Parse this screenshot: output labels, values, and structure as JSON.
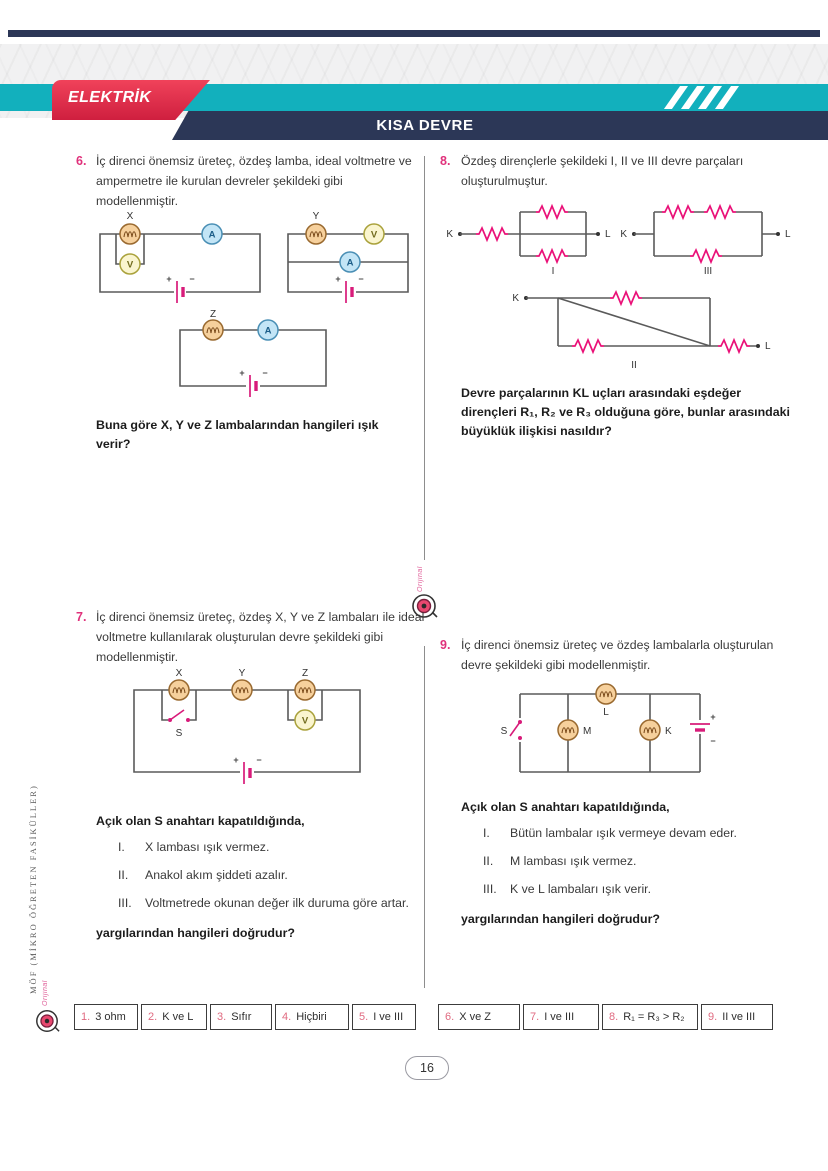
{
  "header": {
    "unit": "ELEKTRİK",
    "title": "KISA DEVRE"
  },
  "sidebar": {
    "vertical_text": "MÖF (MİKRO ÖĞRETEN FASİKÜLLER)",
    "brand_script": "Orijinal"
  },
  "divider": {
    "brand_script": "Orijinal"
  },
  "circuit_labels": {
    "x": "X",
    "y": "Y",
    "z": "Z",
    "a": "A",
    "v": "V",
    "s": "S",
    "k": "K",
    "l": "L",
    "m": "M",
    "i": "I",
    "ii": "II",
    "iii": "III",
    "plus": "+",
    "minus": "−"
  },
  "q6": {
    "num": "6.",
    "text": "İç direnci önemsiz üreteç, özdeş lamba, ideal voltmetre ve ampermetre ile kurulan devreler şekildeki gibi modellenmiştir.",
    "question": "Buna göre X, Y ve Z lambalarından hangileri ışık verir?"
  },
  "q7": {
    "num": "7.",
    "text": "İç direnci önemsiz üreteç, özdeş X, Y ve Z lambaları ile ideal voltmetre kullanılarak oluşturulan devre şekildeki gibi modellenmiştir.",
    "lead": "Açık olan S anahtarı kapatıldığında,",
    "items": [
      {
        "rn": "I.",
        "text": "X lambası ışık vermez."
      },
      {
        "rn": "II.",
        "text": "Anakol akım şiddeti azalır."
      },
      {
        "rn": "III.",
        "text": "Voltmetrede okunan değer ilk duruma göre artar."
      }
    ],
    "question": "yargılarından hangileri doğrudur?"
  },
  "q8": {
    "num": "8.",
    "text": "Özdeş dirençlerle şekildeki I, II ve III devre parçaları oluşturulmuştur.",
    "question": "Devre parçalarının KL uçları arasındaki eşdeğer dirençleri R₁, R₂ ve R₃ olduğuna göre, bunlar arasındaki büyüklük ilişkisi nasıldır?"
  },
  "q9": {
    "num": "9.",
    "text": "İç direnci önemsiz üreteç ve özdeş lambalarla oluşturulan devre şekildeki gibi modellenmiştir.",
    "lead": "Açık olan S anahtarı kapatıldığında,",
    "items": [
      {
        "rn": "I.",
        "text": "Bütün lambalar ışık vermeye devam eder."
      },
      {
        "rn": "II.",
        "text": "M lambası ışık vermez."
      },
      {
        "rn": "III.",
        "text": "K ve L lambaları ışık verir."
      }
    ],
    "question": "yargılarından hangileri doğrudur?"
  },
  "answers": {
    "left": [
      {
        "num": "1.",
        "text": "3 ohm"
      },
      {
        "num": "2.",
        "text": "K ve L"
      },
      {
        "num": "3.",
        "text": "Sıfır"
      },
      {
        "num": "4.",
        "text": "Hiçbiri"
      },
      {
        "num": "5.",
        "text": "I ve III"
      }
    ],
    "right": [
      {
        "num": "6.",
        "text": "X ve Z"
      },
      {
        "num": "7.",
        "text": "I ve III"
      },
      {
        "num": "8.",
        "text": "R₁ = R₃ > R₂"
      },
      {
        "num": "9.",
        "text": "II ve III"
      }
    ]
  },
  "page": {
    "number": "16"
  }
}
